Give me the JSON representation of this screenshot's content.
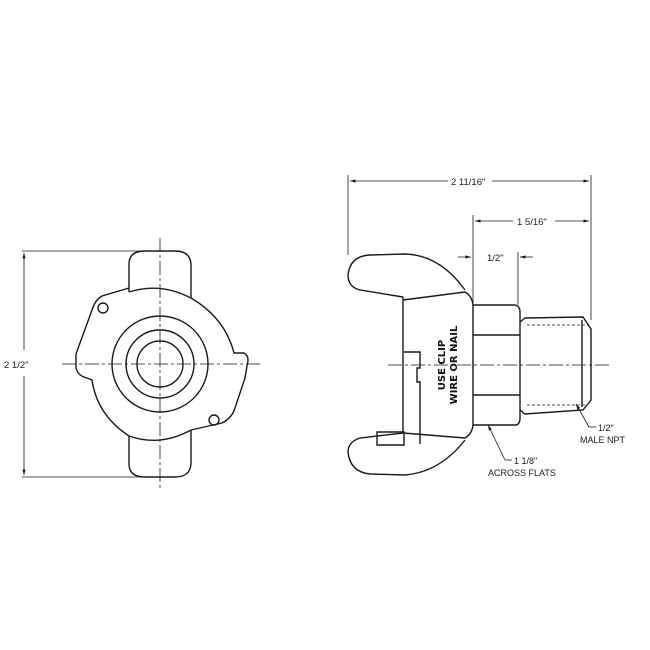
{
  "drawing": {
    "front_view": {
      "height_dimension": "2 1/2\""
    },
    "side_view": {
      "overall_length": "2 11/16\"",
      "hex_to_end_length": "1 5/16\"",
      "hex_length": "1/2\"",
      "stamp_line_1": "USE CLIP",
      "stamp_line_2": "WIRE OR NAIL",
      "hex_callout_line_1": "1 1/8\"",
      "hex_callout_line_2": "ACROSS FLATS",
      "thread_callout_line_1": "1/2\"",
      "thread_callout_line_2": "MALE NPT"
    },
    "colors": {
      "line": "#1a1a1a",
      "background": "#ffffff"
    }
  }
}
